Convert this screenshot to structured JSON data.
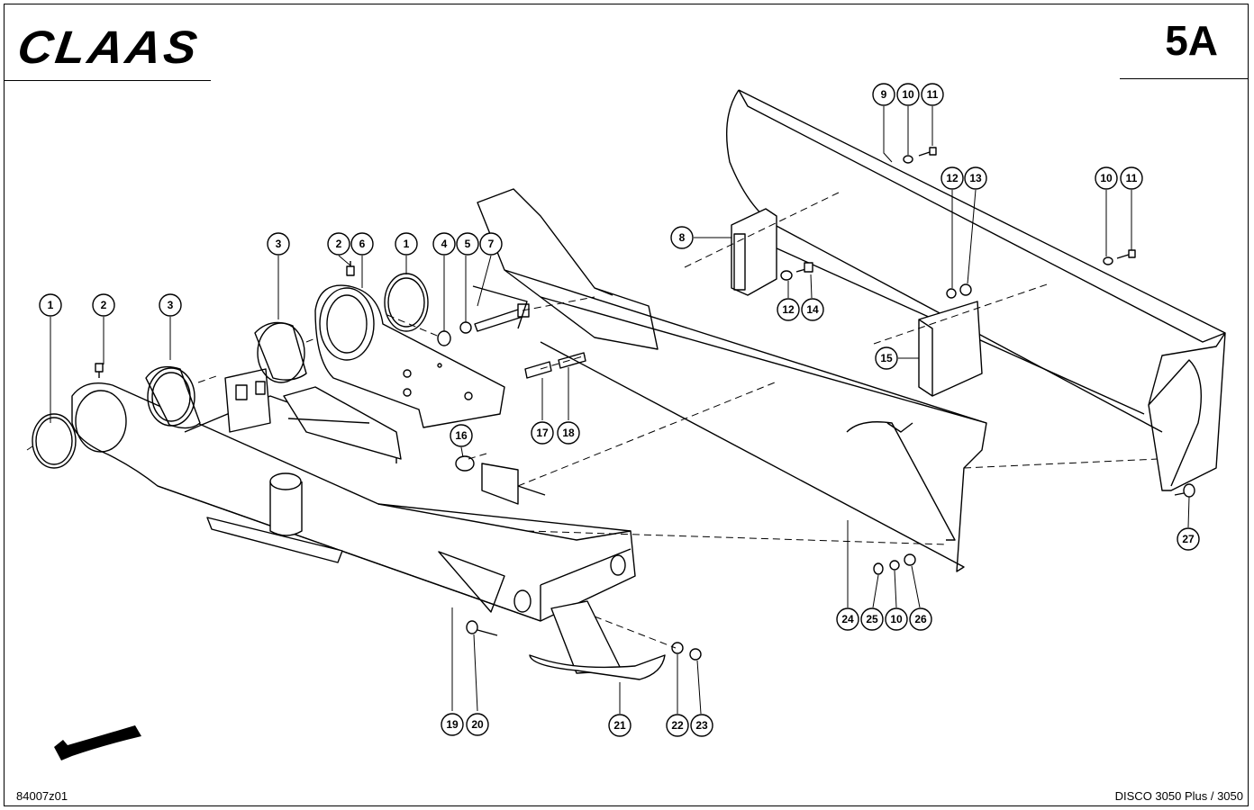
{
  "header": {
    "brand": "CLAAS",
    "page_number": "5A"
  },
  "footer": {
    "drawing_code": "84007z01",
    "model": "DISCO 3050 Plus / 3050"
  },
  "callouts": [
    {
      "label": "1"
    },
    {
      "label": "2"
    },
    {
      "label": "3"
    },
    {
      "label": "3"
    },
    {
      "label": "2"
    },
    {
      "label": "6"
    },
    {
      "label": "1"
    },
    {
      "label": "4"
    },
    {
      "label": "5"
    },
    {
      "label": "7"
    },
    {
      "label": "16"
    },
    {
      "label": "17"
    },
    {
      "label": "18"
    },
    {
      "label": "8"
    },
    {
      "label": "9"
    },
    {
      "label": "10"
    },
    {
      "label": "11"
    },
    {
      "label": "12"
    },
    {
      "label": "13"
    },
    {
      "label": "10"
    },
    {
      "label": "11"
    },
    {
      "label": "12"
    },
    {
      "label": "14"
    },
    {
      "label": "15"
    },
    {
      "label": "27"
    },
    {
      "label": "24"
    },
    {
      "label": "25"
    },
    {
      "label": "10"
    },
    {
      "label": "26"
    },
    {
      "label": "19"
    },
    {
      "label": "20"
    },
    {
      "label": "21"
    },
    {
      "label": "22"
    },
    {
      "label": "23"
    }
  ]
}
